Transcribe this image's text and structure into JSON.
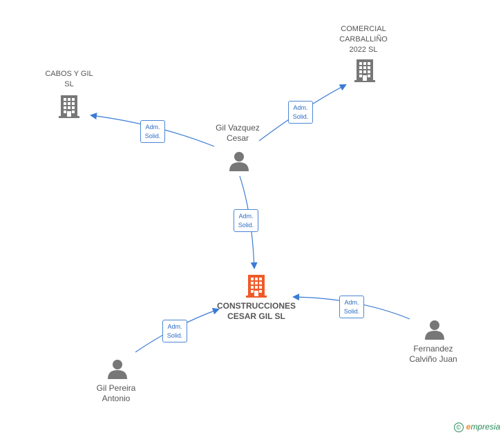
{
  "nodes": {
    "comercial": {
      "line1": "COMERCIAL",
      "line2": "CARBALLIÑO",
      "line3": "2022  SL"
    },
    "cabos": {
      "line1": "CABOS Y GIL",
      "line2": "SL"
    },
    "gil_vazquez": {
      "line1": "Gil Vazquez",
      "line2": "Cesar"
    },
    "construcciones": {
      "line1": "CONSTRUCCIONES",
      "line2": "CESAR GIL  SL"
    },
    "gil_pereira": {
      "line1": "Gil Pereira",
      "line2": "Antonio"
    },
    "fernandez": {
      "line1": "Fernandez",
      "line2": "Calviño Juan"
    }
  },
  "edges": [
    {
      "line1": "Adm.",
      "line2": "Solid."
    },
    {
      "line1": "Adm.",
      "line2": "Solid."
    },
    {
      "line1": "Adm.",
      "line2": "Solid."
    },
    {
      "line1": "Adm.",
      "line2": "Solid."
    },
    {
      "line1": "Adm.",
      "line2": "Solid."
    }
  ],
  "colors": {
    "edge": "#3a7bd5",
    "company": "#777777",
    "main_company": "#f05a28",
    "person": "#777777"
  },
  "footer": {
    "copyright": "©",
    "brand_e": "e",
    "brand_rest": "mpresia"
  }
}
